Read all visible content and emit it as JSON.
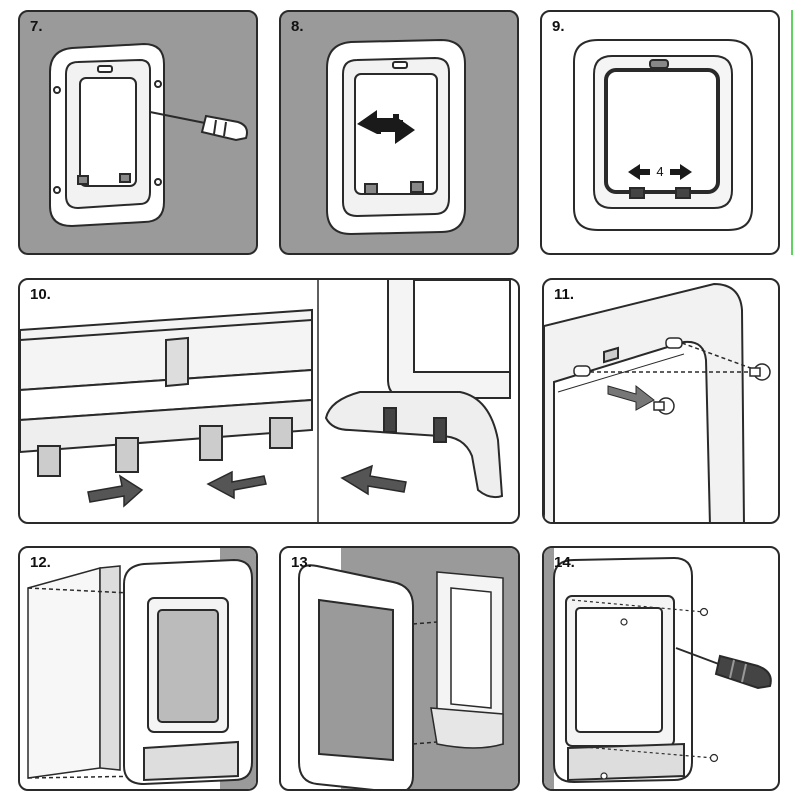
{
  "steps": [
    {
      "number": "7.",
      "icons": [
        "flap-frame-icon",
        "screwdriver-icon"
      ]
    },
    {
      "number": "8.",
      "icons": [
        "flap-frame-icon",
        "double-arrow-icon"
      ]
    },
    {
      "number": "9.",
      "icons": [
        "flap-frame-icon",
        "arrow-left-icon",
        "arrow-right-icon"
      ],
      "annotation": "4"
    },
    {
      "number": "10.",
      "icons": [
        "flap-hinge-closeup-icon",
        "arrow-right-icon",
        "arrow-left-icon",
        "flap-base-icon"
      ]
    },
    {
      "number": "11.",
      "icons": [
        "flap-panel-icon",
        "hinge-pin-icon",
        "arrow-icon"
      ]
    },
    {
      "number": "12.",
      "icons": [
        "wall-tunnel-icon",
        "flap-frame-icon"
      ]
    },
    {
      "number": "13.",
      "icons": [
        "outer-frame-icon",
        "tunnel-liner-icon"
      ]
    },
    {
      "number": "14.",
      "icons": [
        "flap-frame-icon",
        "screw-icon",
        "screwdriver-icon"
      ]
    }
  ],
  "colors": {
    "panel_bg": "#9a9a9a",
    "line": "#2a2a2a",
    "frame_fill": "#ffffff",
    "arrow_fill": "#555555",
    "accent_green": "#5fd35f"
  }
}
